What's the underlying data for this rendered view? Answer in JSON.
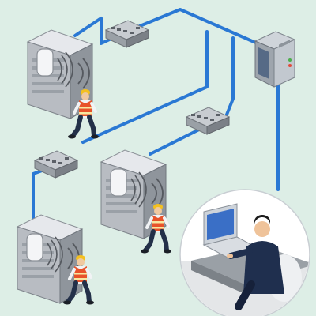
{
  "background": "#ddeee6",
  "colors": {
    "link": "#2a78d4",
    "portal_body": "#b8bcc2",
    "portal_panel": "#e4e6ea",
    "reader_body": "#8c9096",
    "reader_top": "#c8ccd1",
    "server_body": "#9ea5ad",
    "server_door": "#566a86",
    "vest": "#e8532a",
    "helmet": "#f3c020",
    "worker_pants": "#233049",
    "workstation_bg": "#ffffff",
    "workstation_floor": "#e4e6e8",
    "desk": "#9aa0a6",
    "suit": "#1f2f4e",
    "laptop": "#cdd3da",
    "laptop_screen": "#3a6fc6"
  },
  "devices": [
    {
      "kind": "rfid-portal",
      "name": "rfid-portal-1"
    },
    {
      "kind": "rfid-portal",
      "name": "rfid-portal-2"
    },
    {
      "kind": "rfid-portal",
      "name": "rfid-portal-3"
    },
    {
      "kind": "rfid-reader",
      "name": "rfid-reader-1"
    },
    {
      "kind": "rfid-reader",
      "name": "rfid-reader-2"
    },
    {
      "kind": "rfid-reader",
      "name": "rfid-reader-3"
    },
    {
      "kind": "server-cabinet",
      "name": "server-cabinet"
    },
    {
      "kind": "worker",
      "name": "worker-1"
    },
    {
      "kind": "worker",
      "name": "worker-2"
    },
    {
      "kind": "worker",
      "name": "worker-3"
    },
    {
      "kind": "operator-workstation",
      "name": "operator-workstation"
    }
  ]
}
